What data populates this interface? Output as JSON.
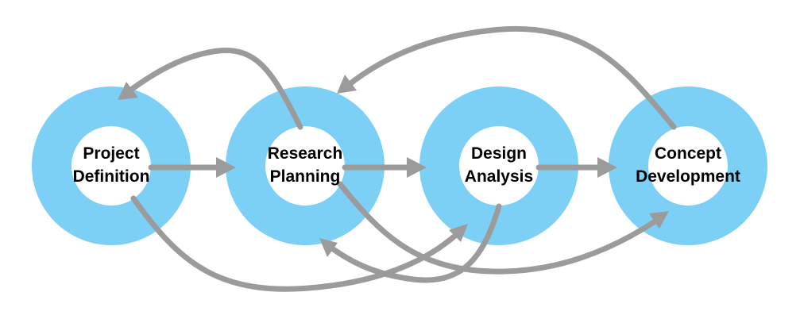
{
  "nodes": [
    {
      "id": "project-definition",
      "line1": "Project",
      "line2": "Definition"
    },
    {
      "id": "research-planning",
      "line1": "Research",
      "line2": "Planning"
    },
    {
      "id": "design-analysis",
      "line1": "Design",
      "line2": "Analysis"
    },
    {
      "id": "concept-development",
      "line1": "Concept",
      "line2": "Development"
    }
  ],
  "edges": [
    {
      "from": "project-definition",
      "to": "research-planning"
    },
    {
      "from": "research-planning",
      "to": "design-analysis"
    },
    {
      "from": "design-analysis",
      "to": "concept-development"
    },
    {
      "from": "research-planning",
      "to": "project-definition"
    },
    {
      "from": "concept-development",
      "to": "research-planning"
    },
    {
      "from": "project-definition",
      "to": "design-analysis"
    },
    {
      "from": "design-analysis",
      "to": "research-planning"
    },
    {
      "from": "research-planning",
      "to": "concept-development"
    }
  ],
  "colors": {
    "ring": "#7dd0f5",
    "arrow": "#9b9b9b",
    "text": "#000000"
  }
}
